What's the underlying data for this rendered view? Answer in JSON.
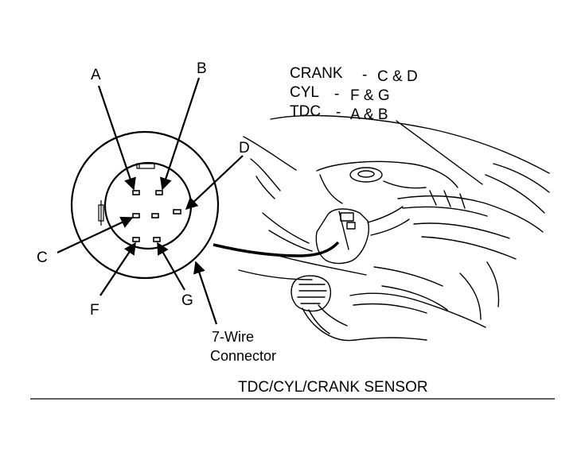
{
  "pin_labels": {
    "a": "A",
    "b": "B",
    "c": "C",
    "d": "D",
    "f": "F",
    "g": "G"
  },
  "legend": {
    "crank": "CRANK",
    "crank_pins": "C & D",
    "cyl": "CYL",
    "cyl_pins": "F & G",
    "tdc": "TDC",
    "tdc_pins": "A & B",
    "dash": "-"
  },
  "connector_label": {
    "line1": "7-Wire",
    "line2": "Connector"
  },
  "caption": "TDC/CYL/CRANK SENSOR"
}
